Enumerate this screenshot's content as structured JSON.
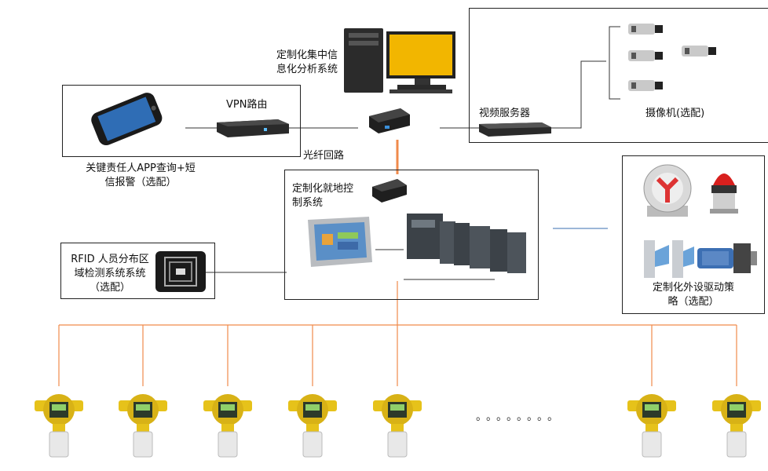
{
  "labels": {
    "central_system": "定制化集中信\n息化分析系统",
    "vpn_router": "VPN路由",
    "app_alarm": "关键责任人APP查询+短\n信报警（选配）",
    "fiber_loop": "光纤回路",
    "video_server": "视频服务器",
    "cameras": "摄像机(选配)",
    "local_control": "定制化就地控\n制系统",
    "rfid_system": "RFID 人员分布区\n域检测系统系统\n（选配）",
    "peripheral_drive": "定制化外设驱动策\n略（选配）",
    "ellipsis": "。。。。。。。。"
  },
  "colors": {
    "orange_line": "#f08a4b",
    "blue_line": "#3a6fb0",
    "dark_line": "#333333",
    "detector_yellow": "#e6c21a"
  },
  "icons": [
    "desktop-computer-icon",
    "smartphone-icon",
    "vpn-router-icon",
    "media-converter-icon",
    "video-server-icon",
    "cctv-camera-icon",
    "hmi-panel-icon",
    "plc-module-icon",
    "rfid-tag-icon",
    "axial-fan-icon",
    "warning-light-icon",
    "turnstile-gate-icon",
    "valve-actuator-icon",
    "gas-detector-icon"
  ]
}
